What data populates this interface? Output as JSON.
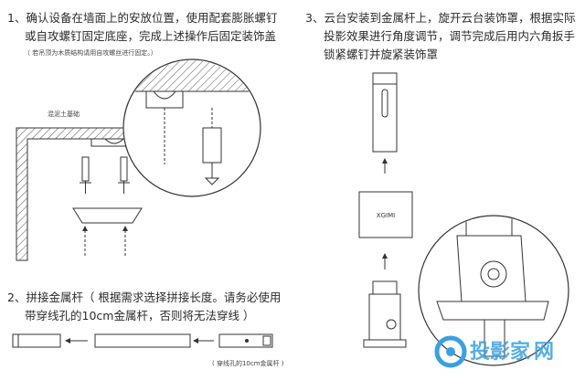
{
  "step1": {
    "line1": "1、确认设备在墙面上的安放位置，使用配套膨胀螺钉",
    "line2": "或自攻螺钉固定底座，完成上述操作后固定装饰盖",
    "note": "（ 若吊顶为木质结构请用自攻螺丝进行固定。）",
    "label_concrete": "混泥土基础"
  },
  "step2": {
    "line1": "2、拼接金属杆（ 根据需求选择拼接长度。请务必使用",
    "line2": "带穿线孔的10cm金属杆，否则将无法穿线 ）",
    "rod_label": "( 穿线孔的10cm金属杆 )"
  },
  "step3": {
    "line1": "3、云台安装到金属杆上，旋开云台装饰罩，根据实际",
    "line2": "投影效果进行角度调节，调节完成后用内六角扳手",
    "line3": "锁紧螺钉并旋紧装饰罩",
    "device_logo": "XGIMI"
  },
  "watermark": {
    "brand": "投影家",
    "tag": "网"
  },
  "colors": {
    "line": "#333333",
    "hatch": "#555555",
    "watermark": "#3aa0e0"
  }
}
